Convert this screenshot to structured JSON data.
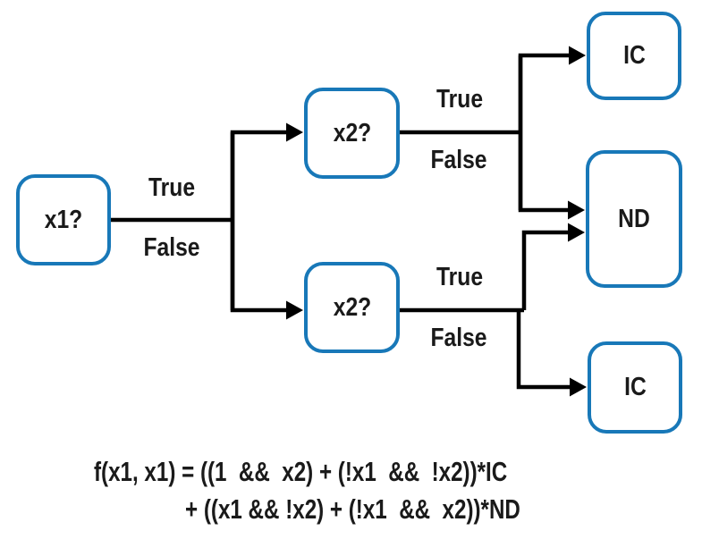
{
  "diagram": {
    "nodes": {
      "x1": {
        "label": "x1?"
      },
      "x2_top": {
        "label": "x2?"
      },
      "x2_bottom": {
        "label": "x2?"
      },
      "ic_top": {
        "label": "IC"
      },
      "nd": {
        "label": "ND"
      },
      "ic_bottom": {
        "label": "IC"
      }
    },
    "edge_labels": {
      "root_true": "True",
      "root_false": "False",
      "top_true": "True",
      "top_false": "False",
      "bottom_true": "True",
      "bottom_false": "False"
    }
  },
  "formula": {
    "line1": "f(x1, x1) = ((1  &&  x2) + (!x1  &&  !x2))*IC",
    "line2": "+ ((x1 && !x2) + (!x1  &&  x2))*ND"
  },
  "colors": {
    "node_border": "#1878b8",
    "connector": "#000000",
    "text": "#1a1a1a",
    "background": "#ffffff"
  }
}
